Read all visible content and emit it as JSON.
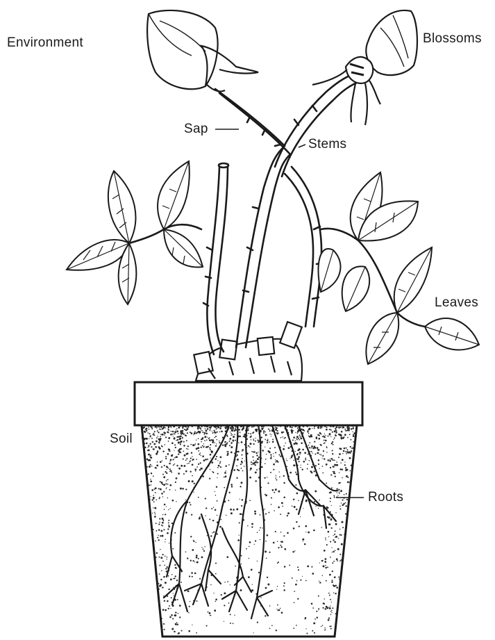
{
  "labels": {
    "environment": "Environment",
    "blossoms": "Blossoms",
    "sap": "Sap",
    "stems": "Stems",
    "leaves": "Leaves",
    "soil": "Soil",
    "roots": "Roots"
  },
  "colors": {
    "ink": "#1a1a1a",
    "paper": "#ffffff",
    "soil": "#2a2a2a"
  }
}
